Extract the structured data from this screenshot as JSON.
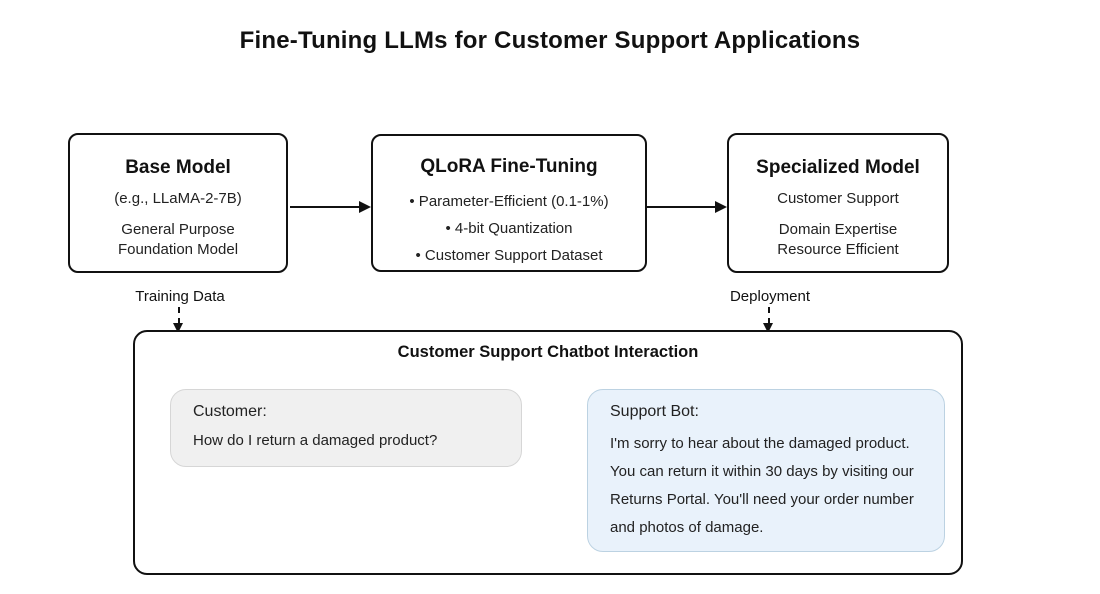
{
  "diagram": {
    "title": "Fine-Tuning LLMs for Customer Support Applications",
    "nodes": [
      {
        "title": "Base Model",
        "lines": [
          "(e.g., LLaMA-2-7B)",
          "General Purpose",
          "Foundation Model"
        ]
      },
      {
        "title": "QLoRA Fine-Tuning",
        "lines": [
          "• Parameter-Efficient (0.1-1%)",
          "• 4-bit Quantization",
          "• Customer Support Dataset"
        ]
      },
      {
        "title": "Specialized Model",
        "lines": [
          "Customer Support",
          "Domain Expertise",
          "Resource Efficient"
        ]
      }
    ],
    "labels": {
      "training_data": "Training Data",
      "deployment": "Deployment"
    }
  },
  "chat_panel": {
    "title": "Customer Support Chatbot Interaction",
    "customer": {
      "speaker": "Customer:",
      "message": "How do I return a damaged product?"
    },
    "bot": {
      "speaker": "Support Bot:",
      "message": "I'm sorry to hear about the damaged product. You can return it within 30 days by visiting our Returns Portal. You'll need your order number and photos of damage."
    }
  },
  "colors": {
    "node_border": "#111111",
    "customer_bubble_bg": "#f0f0f0",
    "customer_bubble_border": "#d6d6d6",
    "bot_bubble_bg": "#e9f2fb",
    "bot_bubble_border": "#bcd2e2",
    "text": "#222222"
  }
}
